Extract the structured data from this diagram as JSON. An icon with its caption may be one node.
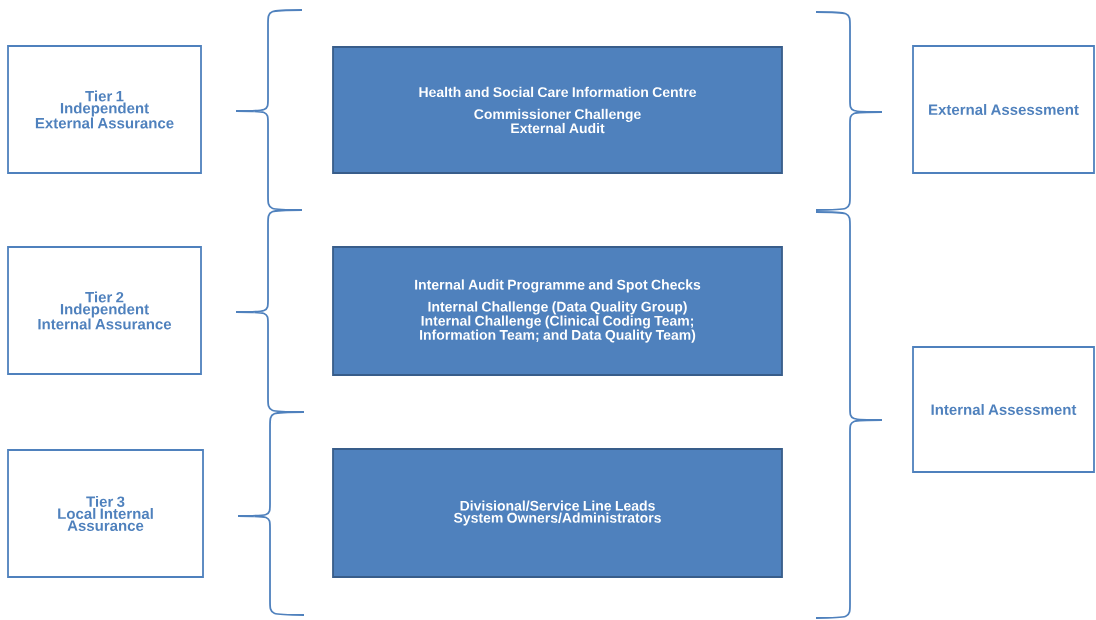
{
  "diagram": {
    "nodes": [
      {
        "text": [
          "Tier 1",
          "Independent External Assurance"
        ]
      },
      {
        "text": [
          "Tier 2",
          "Independent Internal Assurance"
        ]
      },
      {
        "text": [
          "Tier 3",
          "Local Internal Assurance"
        ]
      },
      {
        "text": [
          "Health and Social Care Information Centre",
          "Commissioner Challenge",
          "External Audit"
        ]
      },
      {
        "text": [
          "Internal Audit Programme and Spot Checks",
          "Internal Challenge (Data Quality Group)",
          "Internal Challenge (Clinical Coding Team; Information Team; and Data Quality Team)"
        ]
      },
      {
        "text": [
          "Divisional/Service Line Leads",
          "System Owners/Administrators"
        ]
      },
      {
        "text": [
          "External Assessment"
        ]
      },
      {
        "text": [
          "Internal Assessment"
        ]
      }
    ]
  }
}
